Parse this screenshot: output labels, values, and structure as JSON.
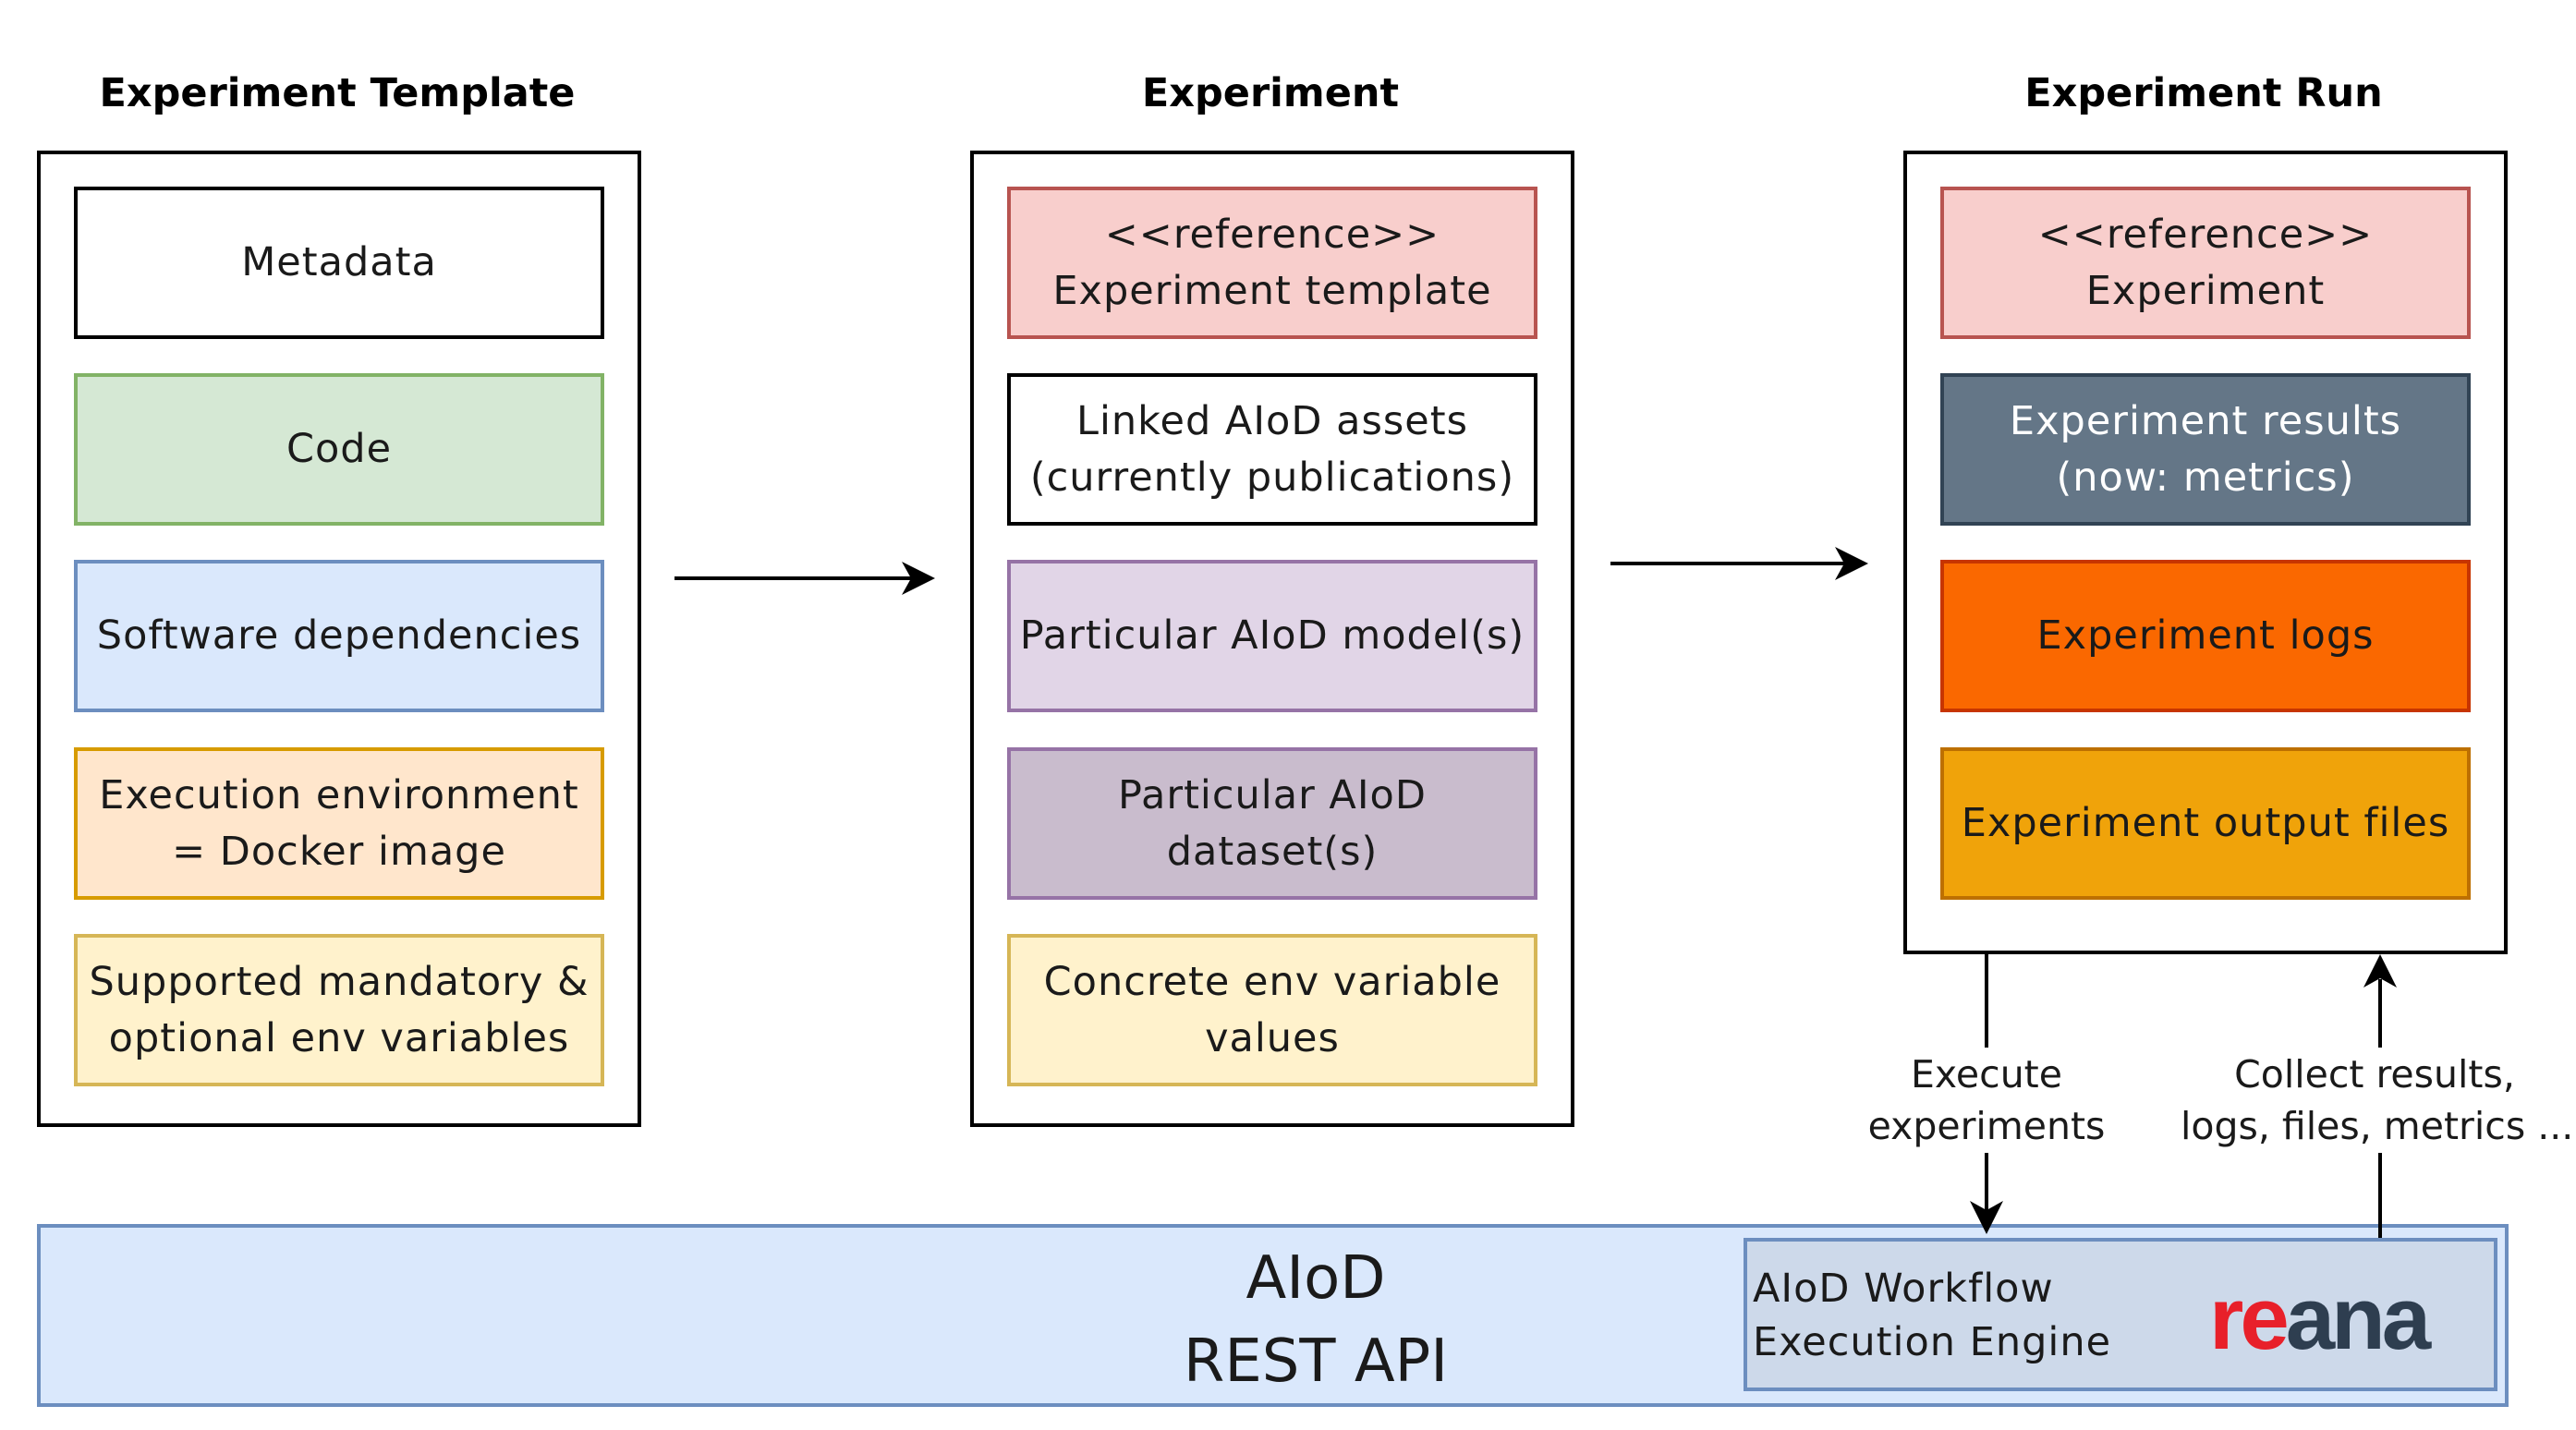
{
  "columns": {
    "template": {
      "title": "Experiment Template",
      "items": [
        "Metadata",
        "Code",
        "Software dependencies",
        [
          "Execution environment",
          "= Docker image"
        ],
        [
          "Supported mandatory &",
          "optional env variables"
        ]
      ]
    },
    "experiment": {
      "title": "Experiment",
      "items": [
        [
          "<<reference>>",
          "Experiment template"
        ],
        [
          "Linked AIoD assets",
          "(currently publications)"
        ],
        "Particular AIoD model(s)",
        [
          "Particular AIoD",
          "dataset(s)"
        ],
        [
          "Concrete env variable",
          "values"
        ]
      ]
    },
    "run": {
      "title": "Experiment Run",
      "items": [
        [
          "<<reference>>",
          "Experiment"
        ],
        [
          "Experiment results",
          "(now: metrics)"
        ],
        "Experiment logs",
        "Experiment output files"
      ]
    }
  },
  "api": {
    "line1": "AIoD",
    "line2": "REST API",
    "engine_line1": "AIoD Workflow",
    "engine_line2": "Execution Engine",
    "logo_text": "reana",
    "logo_colors": {
      "re": "#e8202a",
      "ana": "#2e3e50"
    }
  },
  "annotations": {
    "execute_line1": "Execute",
    "execute_line2": "experiments",
    "collect_line1": "Collect results,",
    "collect_line2": "logs, files, metrics ..."
  }
}
